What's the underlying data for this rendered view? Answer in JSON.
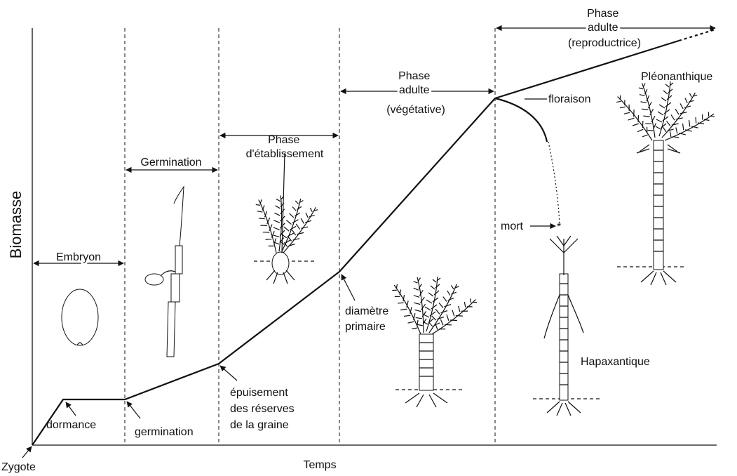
{
  "axes": {
    "x_label": "Temps",
    "y_label": "Biomasse"
  },
  "points": {
    "origin": "Zygote",
    "dormancy": "dormance",
    "germination_point": "germination",
    "reserves": [
      "épuisement",
      "des réserves",
      "de la graine"
    ],
    "diameter": [
      "diamètre",
      "primaire"
    ],
    "flowering": "floraison",
    "death": "mort"
  },
  "phases": {
    "embryo": "Embryon",
    "germination": "Germination",
    "establishment": [
      "Phase",
      "d'établissement"
    ],
    "adult_vegetative": [
      "Phase",
      "adulte",
      "(végétative)"
    ],
    "adult_reproductive": [
      "Phase",
      "adulte",
      "(reproductrice)"
    ]
  },
  "plants": {
    "hapaxanthic": "Hapaxantique",
    "pleonanthic": "Pléonanthique"
  }
}
